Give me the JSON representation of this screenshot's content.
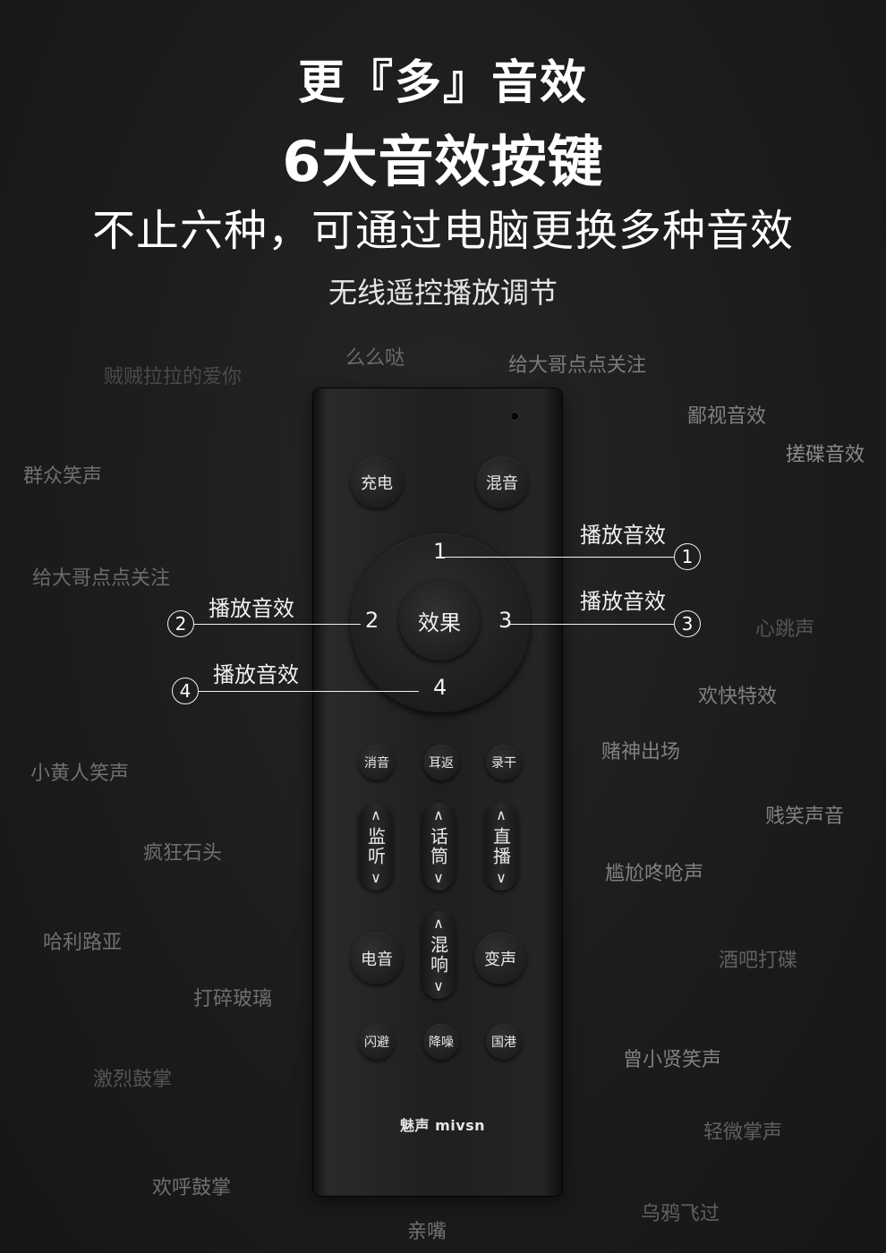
{
  "headline": {
    "line1": "更『多』音效",
    "line2": "6大音效按键",
    "line3": "不止六种，可通过电脑更换多种音效",
    "line4": "无线遥控播放调节"
  },
  "sound_effects": [
    {
      "text": "贼贼拉拉的爱你",
      "color": "#4a4a4a"
    },
    {
      "text": "么么哒",
      "color": "#6a6a6a"
    },
    {
      "text": "给大哥点点关注",
      "color": "#7a7a7a"
    },
    {
      "text": "鄙视音效",
      "color": "#808080"
    },
    {
      "text": "搓碟音效",
      "color": "#8a8a8a"
    },
    {
      "text": "群众笑声",
      "color": "#707070"
    },
    {
      "text": "给大哥点点关注",
      "color": "#6a6a6a"
    },
    {
      "text": "心跳声",
      "color": "#555555"
    },
    {
      "text": "欢快特效",
      "color": "#808080"
    },
    {
      "text": "赌神出场",
      "color": "#808080"
    },
    {
      "text": "小黄人笑声",
      "color": "#707070"
    },
    {
      "text": "贱笑声音",
      "color": "#808080"
    },
    {
      "text": "疯狂石头",
      "color": "#707070"
    },
    {
      "text": "尴尬咚呛声",
      "color": "#808080"
    },
    {
      "text": "哈利路亚",
      "color": "#707070"
    },
    {
      "text": "酒吧打碟",
      "color": "#606060"
    },
    {
      "text": "打碎玻璃",
      "color": "#707070"
    },
    {
      "text": "曾小贤笑声",
      "color": "#808080"
    },
    {
      "text": "激烈鼓掌",
      "color": "#555555"
    },
    {
      "text": "轻微掌声",
      "color": "#606060"
    },
    {
      "text": "欢呼鼓掌",
      "color": "#707070"
    },
    {
      "text": "乌鸦飞过",
      "color": "#606060"
    },
    {
      "text": "亲嘴",
      "color": "#707070"
    }
  ],
  "remote": {
    "top_buttons": {
      "charge": "充电",
      "mix": "混音"
    },
    "dpad": {
      "center": "效果",
      "up": "1",
      "left": "2",
      "right": "3",
      "down": "4"
    },
    "small_row1": {
      "mute": "消音",
      "earback": "耳返",
      "record": "录干"
    },
    "pills": {
      "monitor": "监听",
      "mic": "话筒",
      "live": "直播",
      "reverb": "混响"
    },
    "pill_arrows": {
      "up": "^",
      "down": "v"
    },
    "side_buttons": {
      "electric": "电音",
      "voice_change": "变声"
    },
    "small_row2": {
      "dodge": "闪避",
      "denoise": "降噪",
      "quintessence": "国港"
    },
    "brand": "魅声 mivsn"
  },
  "callouts": [
    {
      "num": "1",
      "label": "播放音效"
    },
    {
      "num": "2",
      "label": "播放音效"
    },
    {
      "num": "3",
      "label": "播放音效"
    },
    {
      "num": "4",
      "label": "播放音效"
    }
  ]
}
